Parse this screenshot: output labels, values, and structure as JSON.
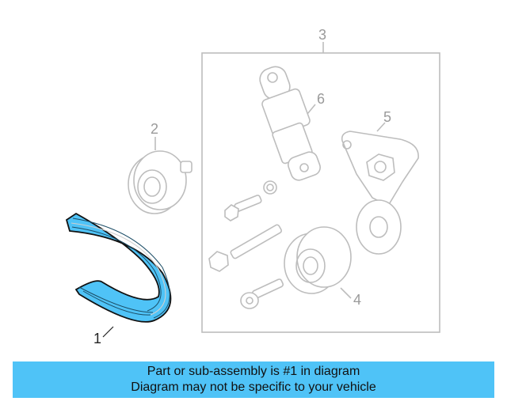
{
  "diagram": {
    "callouts": {
      "belt": "1",
      "idler_pulley_top": "2",
      "tensioner_assembly": "3",
      "idler_pulley_bottom": "4",
      "tensioner_bracket": "5",
      "damper": "6"
    },
    "colors": {
      "highlight": "#4fc3f7",
      "ghost_line": "#bdbdbd",
      "outline": "#111111"
    }
  },
  "info_bar": {
    "line1": "Part or sub-assembly is #1 in diagram",
    "line2": "Diagram may not be specific to your vehicle"
  }
}
